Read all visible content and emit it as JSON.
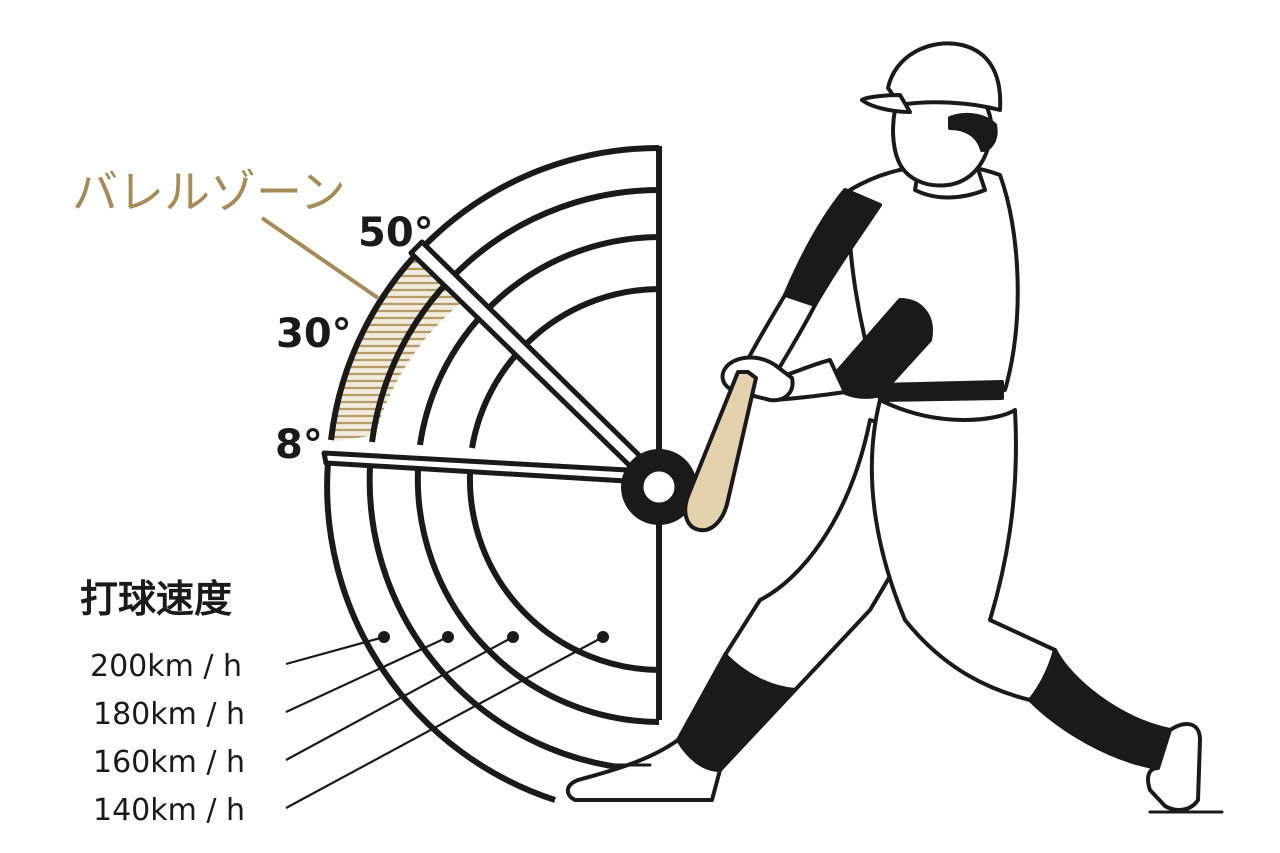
{
  "barrel_zone_label": "バレルゾーン",
  "angles": {
    "a50": "50°",
    "a30": "30°",
    "a8": "8°"
  },
  "speed_title": "打球速度",
  "speeds": [
    "200km / h",
    "180km / h",
    "160km / h",
    "140km / h"
  ],
  "colors": {
    "gold": "#a48b58",
    "ink": "#1a1a1a",
    "bat": "#e4d1ae",
    "zone_fill": "#d8c9a6"
  }
}
